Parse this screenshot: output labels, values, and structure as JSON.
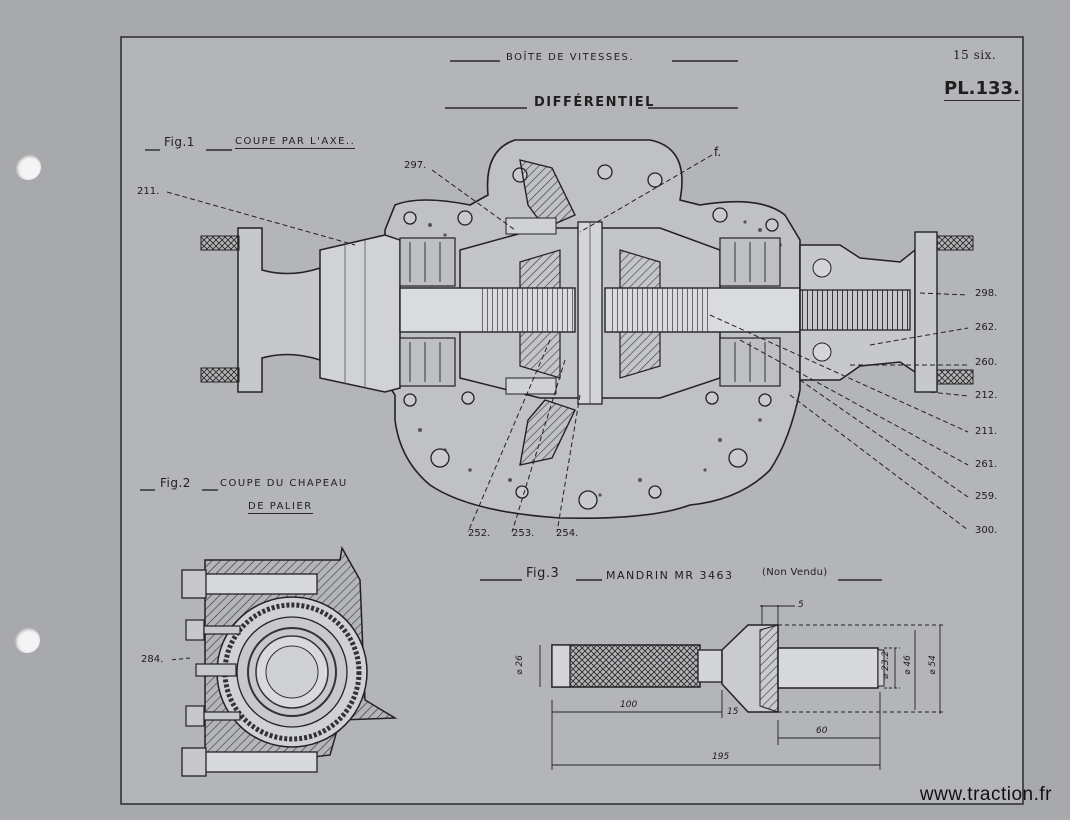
{
  "header": {
    "section": "BOÎTE DE VITESSES.",
    "vehicle": "15 six.",
    "plate": "PL.133.",
    "title": "DIFFÉRENTIEL"
  },
  "fig1": {
    "label": "Fig.1",
    "caption": "COUPE PAR L'AXE..",
    "refs": {
      "r211a": "211.",
      "r297": "297.",
      "rf": "f.",
      "r298": "298.",
      "r262": "262.",
      "r260": "260.",
      "r212": "212.",
      "r211b": "211.",
      "r261": "261.",
      "r259": "259.",
      "r300": "300.",
      "r252": "252.",
      "r253": "253.",
      "r254": "254."
    }
  },
  "fig2": {
    "label": "Fig.2",
    "caption_line1": "COUPE DU CHAPEAU",
    "caption_line2": "DE PALIER",
    "ref284": "284."
  },
  "fig3": {
    "label": "Fig.3",
    "caption": "MANDRIN MR 3463",
    "note": "(Non Vendu)",
    "dims": {
      "d5": "5",
      "d26": "⌀ 26",
      "d232": "⌀ 23.2",
      "d46": "⌀ 46",
      "d54": "⌀ 54",
      "d100": "100",
      "d15": "15",
      "d60": "60",
      "d195": "195"
    }
  },
  "watermark": "www.traction.fr",
  "colors": {
    "paper": "#a7a9ad",
    "ink": "#1f1f1f",
    "hole": "#f4f4f4"
  }
}
